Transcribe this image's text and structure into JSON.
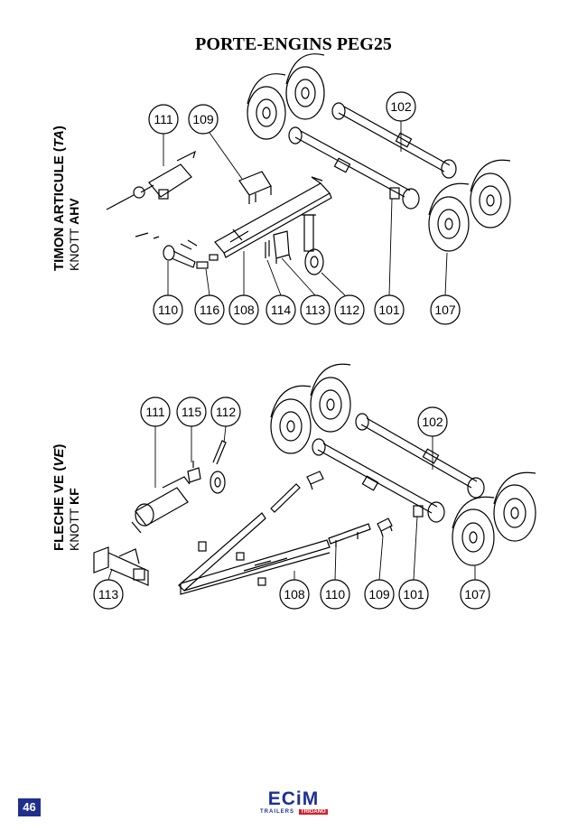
{
  "title": "PORTE-ENGINS PEG25",
  "section_top": {
    "line1": "TIMON ARTICULE (",
    "line1_italic": "TA",
    "line1_end": ")",
    "line2": "KNOTT ",
    "line2_bold": "AHV"
  },
  "section_bottom": {
    "line1": "FLECHE VE (",
    "line1_italic": "VE",
    "line1_end": ")",
    "line2": "KNOTT ",
    "line2_bold": "KF"
  },
  "callouts_top": [
    "111",
    "109",
    "102",
    "110",
    "116",
    "108",
    "114",
    "113",
    "112",
    "101",
    "107"
  ],
  "callouts_bottom": [
    "111",
    "115",
    "112",
    "102",
    "113",
    "108",
    "110",
    "109",
    "101",
    "107"
  ],
  "page_number": "46",
  "logo": {
    "brand": "ECiM",
    "sub": "TRAILERS",
    "group": "TRIGANO"
  },
  "colors": {
    "page_number_bg": "#1f2f8c",
    "logo_blue": "#1e2f96",
    "logo_red": "#d3202a"
  }
}
